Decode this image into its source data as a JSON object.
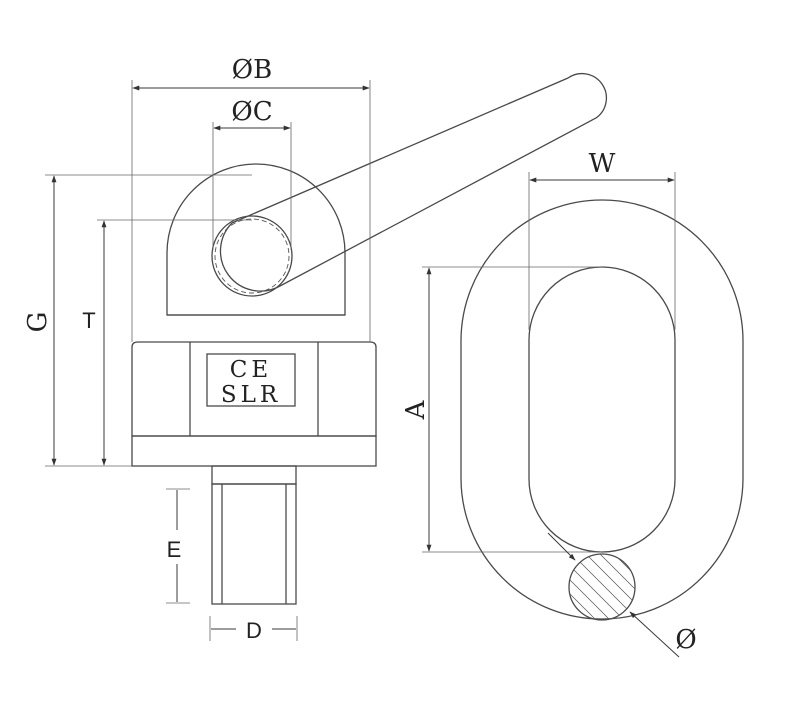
{
  "diagram": {
    "marking": {
      "line1": "CE",
      "line2": "SLR"
    },
    "labels": {
      "B": "ØB",
      "C": "ØC",
      "G": "G",
      "T": "T",
      "E": "E",
      "D": "D",
      "W": "W",
      "A": "A",
      "diameter": "Ø"
    }
  }
}
